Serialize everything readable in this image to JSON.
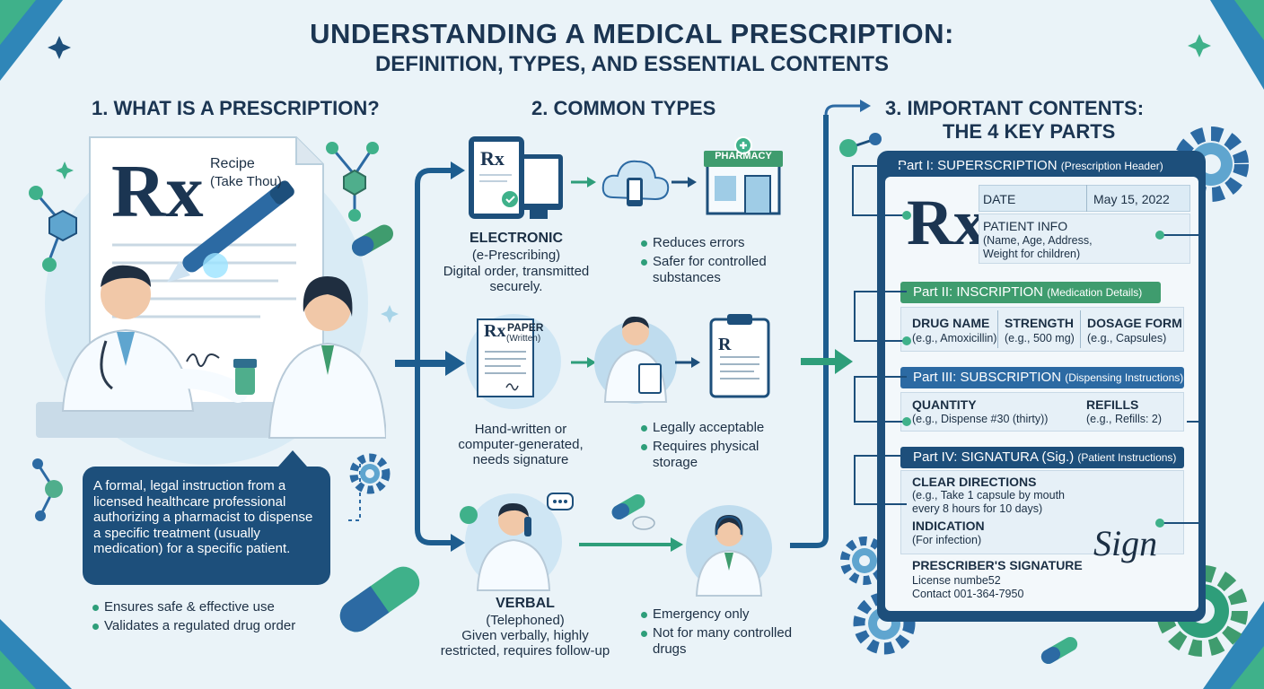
{
  "header": {
    "title": "UNDERSTANDING A MEDICAL PRESCRIPTION:",
    "subtitle": "DEFINITION, TYPES, AND ESSENTIAL CONTENTS"
  },
  "section1": {
    "heading": "1. WHAT IS A PRESCRIPTION?",
    "rx_symbol": "Rx",
    "recipe_label": "Recipe",
    "recipe_meaning": "(Take Thou)",
    "definition": "A formal, legal instruction from a licensed healthcare professional authorizing a pharmacist to dispense a specific treatment (usually medication) for a specific patient.",
    "bullets": [
      "Ensures safe & effective use",
      "Validates a regulated drug order"
    ]
  },
  "section2": {
    "heading": "2. COMMON TYPES",
    "electronic": {
      "rx_symbol": "Rx",
      "pharmacy_sign": "PHARMACY",
      "title": "ELECTRONIC",
      "subtitle": "(e-Prescribing)",
      "desc": "Digital order, transmitted securely.",
      "bullets": [
        "Reduces errors",
        "Safer for controlled substances"
      ]
    },
    "paper": {
      "rx_symbol": "Rx",
      "title": "PAPER",
      "subtitle": "(Written)",
      "desc": "Hand-written or computer-generated, needs signature",
      "bullets": [
        "Legally acceptable",
        "Requires physical storage"
      ]
    },
    "verbal": {
      "title": "VERBAL",
      "subtitle": "(Telephoned)",
      "desc": "Given verbally, highly restricted, requires follow-up",
      "bullets": [
        "Emergency only",
        "Not for many controlled drugs"
      ]
    }
  },
  "section3": {
    "heading_line1": "3. IMPORTANT CONTENTS:",
    "heading_line2": "THE 4 KEY PARTS",
    "part1": {
      "title": "Part I: SUPERSCRIPTION",
      "sub": "(Prescription Header)",
      "rx_symbol": "Rx",
      "date_label": "DATE",
      "date_value": "May 15, 2022",
      "patient_label": "PATIENT INFO",
      "patient_value": "(Name, Age, Address, Weight for children)"
    },
    "part2": {
      "title": "Part II: INSCRIPTION",
      "sub": "(Medication Details)",
      "cols": [
        {
          "label": "DRUG NAME",
          "value": "(e.g., Amoxicillin)"
        },
        {
          "label": "STRENGTH",
          "value": "(e.g., 500 mg)"
        },
        {
          "label": "DOSAGE FORM",
          "value": "(e.g., Capsules)"
        }
      ]
    },
    "part3": {
      "title": "Part III: SUBSCRIPTION",
      "sub": "(Dispensing Instructions)",
      "quantity_label": "QUANTITY",
      "quantity_value": "(e.g., Dispense #30 (thirty))",
      "refills_label": "REFILLS",
      "refills_value": "(e.g., Refills: 2)"
    },
    "part4": {
      "title": "Part IV: SIGNATURA (Sig.)",
      "sub": "(Patient Instructions)",
      "directions_label": "CLEAR DIRECTIONS",
      "directions_value": "(e.g., Take 1 capsule by mouth every 8 hours for 10 days)",
      "indication_label": "INDICATION",
      "indication_value": "(For infection)",
      "signature_label": "PRESCRIBER'S SIGNATURE",
      "license": "License numbe52",
      "contact": "Contact 001-364-7950",
      "signature_mark": "Sign"
    }
  },
  "colors": {
    "navy": "#1d4f7b",
    "teal": "#2e9e7a",
    "green": "#3f9c6e",
    "light_blue": "#5fa5cf"
  }
}
